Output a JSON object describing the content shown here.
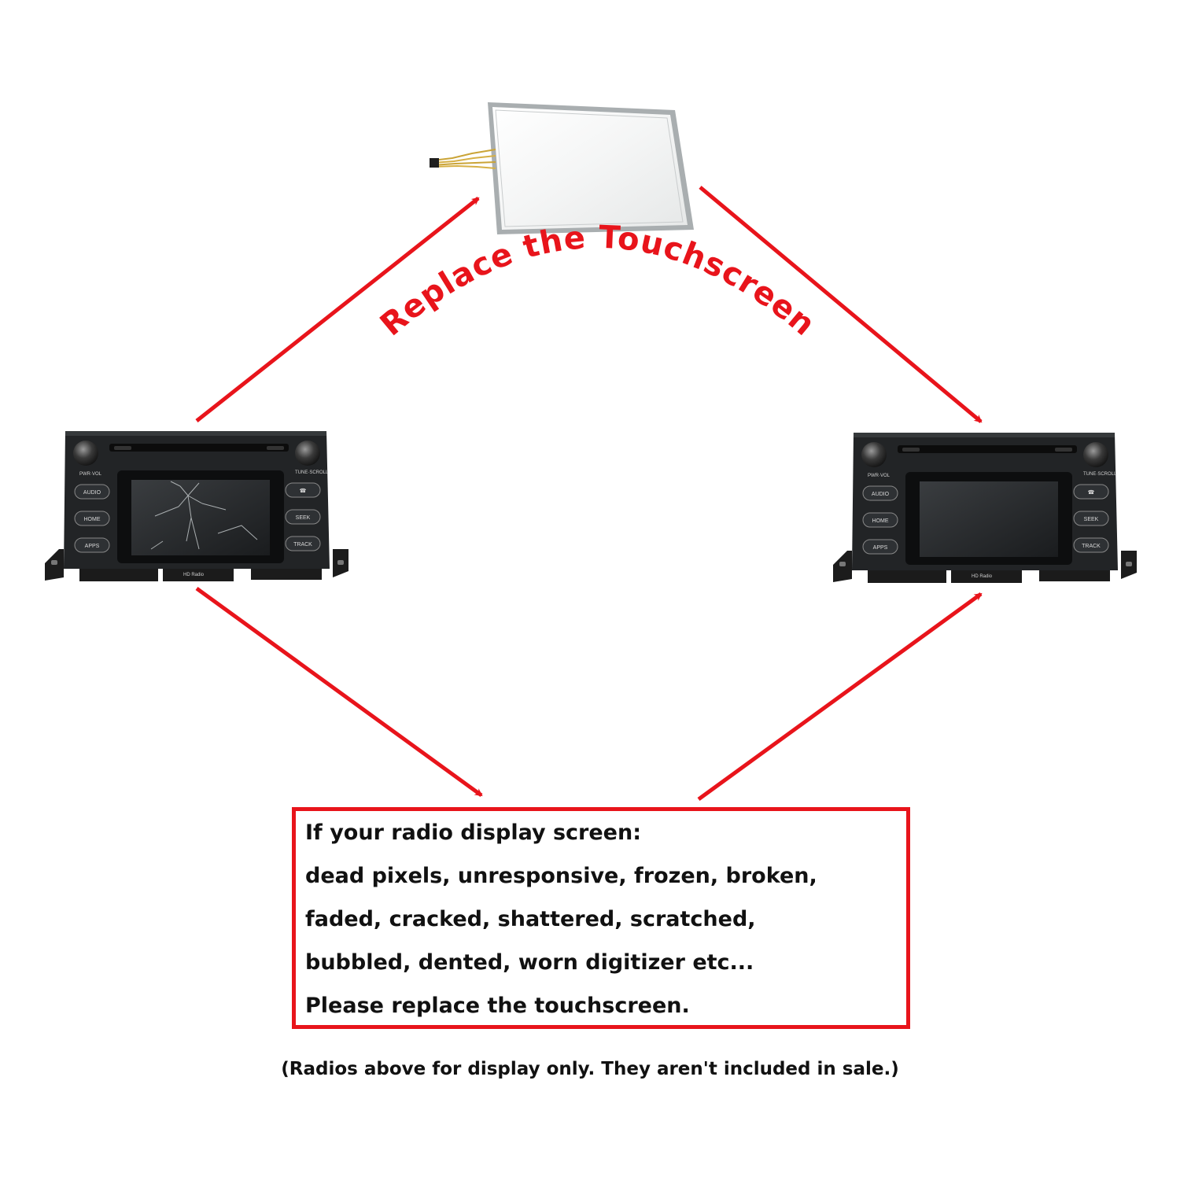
{
  "curved_caption": "Replace the Touchscreen",
  "radio_left": {
    "state": "cracked",
    "buttons_left": [
      "AUDIO",
      "HOME",
      "APPS"
    ],
    "buttons_right": [
      "☎",
      "SEEK",
      "TRACK"
    ],
    "knob_left_label": "PWR·VOL",
    "knob_right_label": "TUNE·SCROLL",
    "bottom_brand": "HD Radio"
  },
  "radio_right": {
    "state": "intact",
    "buttons_left": [
      "AUDIO",
      "HOME",
      "APPS"
    ],
    "buttons_right": [
      "☎",
      "SEEK",
      "TRACK"
    ],
    "knob_left_label": "PWR·VOL",
    "knob_right_label": "TUNE·SCROLL",
    "bottom_brand": "HD Radio"
  },
  "info_box": {
    "lines": [
      "If your radio display screen:",
      "dead pixels, unresponsive, frozen, broken,",
      "faded, cracked, shattered, scratched,",
      "bubbled, dented, worn digitizer etc...",
      "Please replace the touchscreen."
    ]
  },
  "footnote": "(Radios above for display only. They aren't included in sale.)",
  "colors": {
    "arrow": "#e8141b",
    "caption": "#e8141b",
    "box_border": "#e8141b"
  },
  "icons": [
    "touchscreen-panel-image",
    "radio-head-unit-image",
    "arrow"
  ]
}
